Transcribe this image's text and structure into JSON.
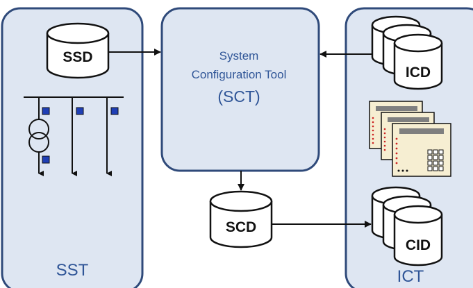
{
  "colors": {
    "frame": "#2f4a7a",
    "frame_fill": "#dee6f2",
    "label": "#2f5597",
    "cylinder_stroke": "#111111",
    "bay_square": "#1f3fb5",
    "arrow": "#111111",
    "device_panel": "#f6eed2",
    "device_bar": "#7f7f7f",
    "device_dot": "#cc2222"
  },
  "sst": {
    "label": "SST"
  },
  "ict": {
    "label": "ICT"
  },
  "sct": {
    "line1": "System",
    "line2": "Configuration Tool",
    "line3": "(SCT)"
  },
  "files": {
    "ssd": "SSD",
    "icd": "ICD",
    "scd": "SCD",
    "cid": "CID"
  },
  "icons": {
    "database": "cylinder-icon",
    "substation": "single-line-diagram-icon",
    "transformer": "transformer-icon",
    "ied": "ied-device-icon"
  }
}
